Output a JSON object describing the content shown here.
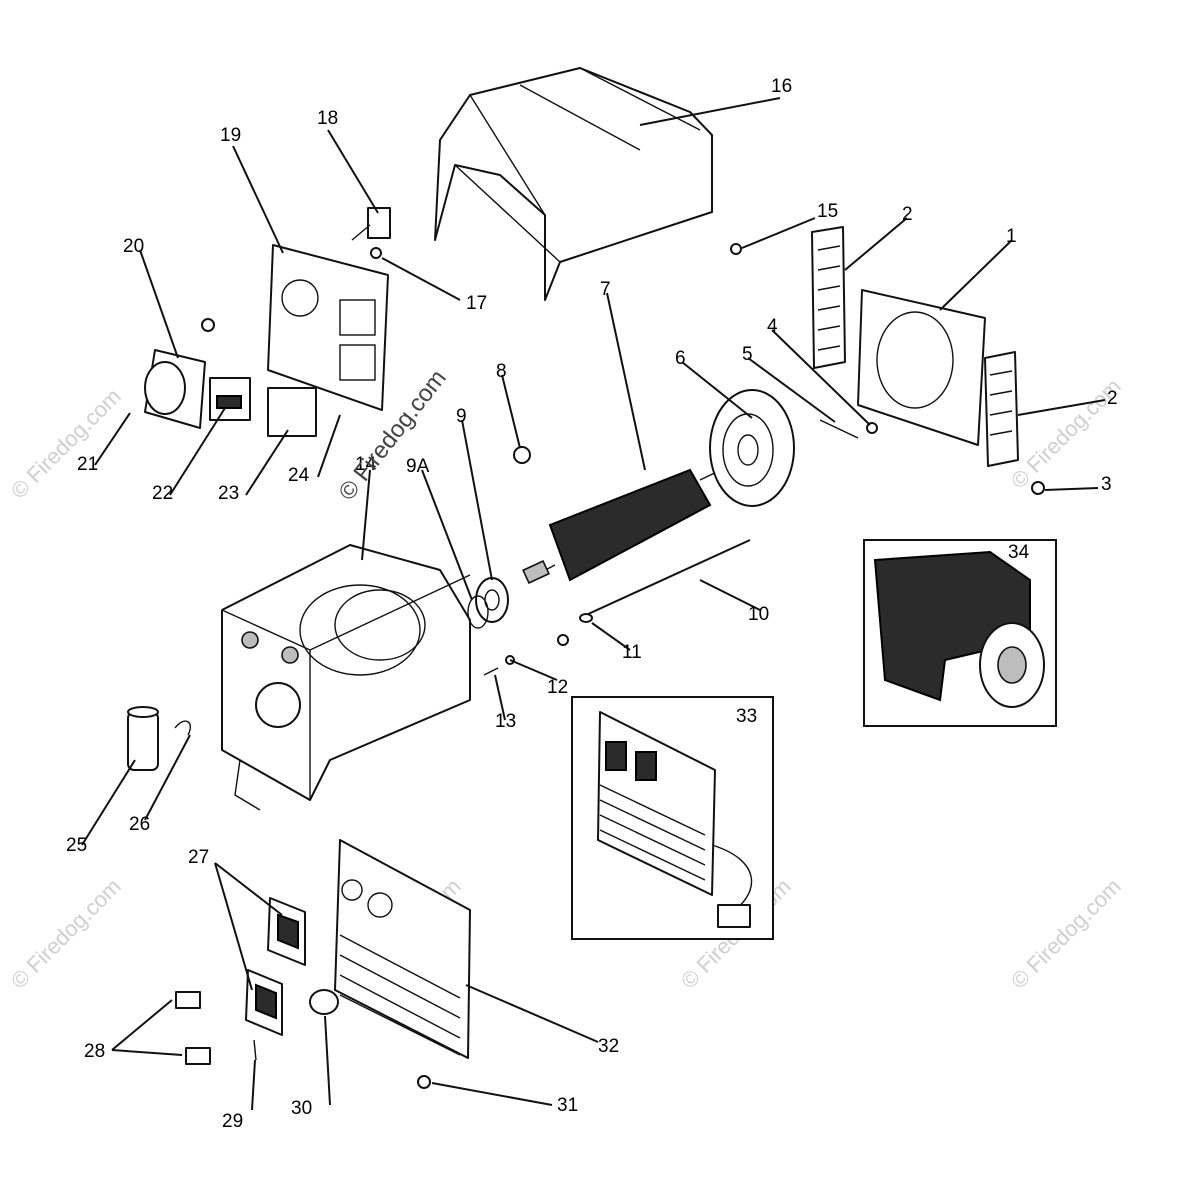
{
  "watermark": {
    "text": "© Firedog.com",
    "tile_text": "© Firedog.com"
  },
  "labels": {
    "p1": "1",
    "p2a": "2",
    "p2b": "2",
    "p3": "3",
    "p4": "4",
    "p5": "5",
    "p6": "6",
    "p7": "7",
    "p8": "8",
    "p9": "9",
    "p9a": "9A",
    "p10": "10",
    "p11": "11",
    "p12": "12",
    "p13": "13",
    "p14": "14",
    "p15": "15",
    "p16": "16",
    "p17": "17",
    "p18": "18",
    "p19": "19",
    "p20": "20",
    "p21": "21",
    "p22": "22",
    "p23": "23",
    "p24": "24",
    "p25": "25",
    "p26": "26",
    "p27": "27",
    "p28": "28",
    "p29": "29",
    "p30": "30",
    "p31": "31",
    "p32": "32",
    "p33": "33",
    "p34": "34"
  }
}
